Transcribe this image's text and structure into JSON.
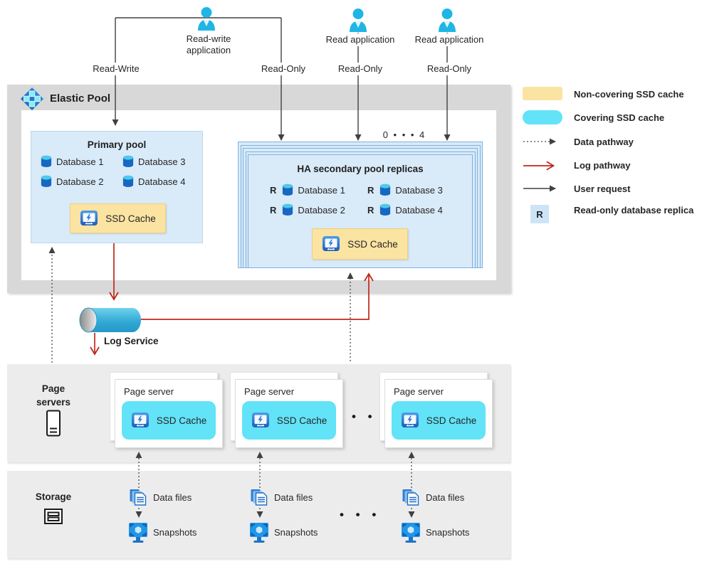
{
  "apps": {
    "rw": {
      "name": "Read-write application",
      "left_label": "Read-Write",
      "right_label": "Read-Only"
    },
    "r1": {
      "name": "Read application",
      "label": "Read-Only"
    },
    "r2": {
      "name": "Read application",
      "label": "Read-Only"
    }
  },
  "elastic_pool": {
    "title": "Elastic Pool",
    "primary": {
      "title": "Primary pool",
      "databases": [
        "Database 1",
        "Database 2",
        "Database 3",
        "Database 4"
      ],
      "ssd_label": "SSD Cache"
    },
    "replicas": {
      "title": "HA secondary pool replicas",
      "count_label": "0 • • • 4",
      "r_marker": "R",
      "databases": [
        "Database 1",
        "Database 2",
        "Database 3",
        "Database 4"
      ],
      "ssd_label": "SSD Cache"
    }
  },
  "log_service": {
    "label": "Log Service"
  },
  "page_servers": {
    "section_label": "Page servers",
    "card_title": "Page server",
    "ssd_label": "SSD Cache",
    "dots": "• • •"
  },
  "storage": {
    "section_label": "Storage",
    "data_files_label": "Data files",
    "snapshots_label": "Snapshots",
    "dots": "• • •"
  },
  "legend": {
    "r_marker": "R",
    "items": [
      {
        "label": "Non-covering SSD cache"
      },
      {
        "label": "Covering SSD cache"
      },
      {
        "label": "Data pathway"
      },
      {
        "label": "Log pathway"
      },
      {
        "label": "User request"
      },
      {
        "label": "Read-only database replica"
      }
    ]
  },
  "colors": {
    "non_covering_cache": "#FBE3A2",
    "covering_cache": "#62E3F7",
    "pool_fill": "#D9EAF8",
    "log_pathway_red": "#BE281A",
    "user_request_gray": "#404040",
    "replica_badge_blue": "#CDE4F6"
  }
}
